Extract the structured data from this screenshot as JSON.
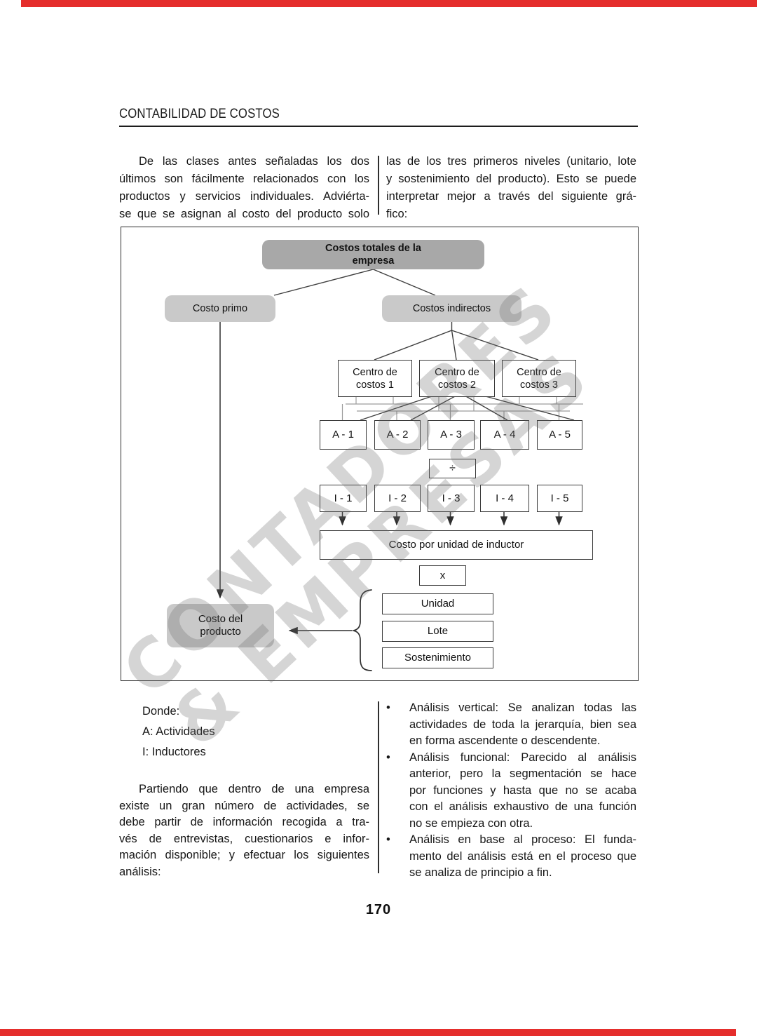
{
  "header": {
    "title": "CONTABILIDAD DE COSTOS"
  },
  "colors": {
    "red_bar": "#e52e2c",
    "dark_box": "#a8a8a8",
    "light_box": "#c9c9c9"
  },
  "bullet_char": "•",
  "watermark": {
    "line1": "CONTADORES",
    "line2": "& EMPRESAS"
  },
  "intro": {
    "left_lines": [
      "De las clases antes señaladas los dos",
      "últimos son fácilmente relacionados con los",
      "productos y servicios individuales. Adviérta-",
      "se que se asignan al costo del producto solo"
    ],
    "right_lines": [
      "las de los tres primeros niveles (unitario, lote",
      "y sostenimiento del producto). Esto se puede",
      "interpretar mejor a través del siguiente grá-",
      "fico:"
    ]
  },
  "diagram": {
    "total": {
      "l1": "Costos totales de la",
      "l2": "empresa"
    },
    "primo": "Costo primo",
    "indirectos": "Costos indirectos",
    "centros": [
      [
        "Centro de",
        "costos 1"
      ],
      [
        "Centro de",
        "costos 2"
      ],
      [
        "Centro de",
        "costos 3"
      ]
    ],
    "actividades": [
      "A - 1",
      "A - 2",
      "A - 3",
      "A - 4",
      "A - 5"
    ],
    "op_div": "÷",
    "inductores": [
      "I - 1",
      "I - 2",
      "I - 3",
      "I - 4",
      "I - 5"
    ],
    "unidad_inductor": "Costo por unidad de inductor",
    "op_mul": "x",
    "niveles": [
      "Unidad",
      "Lote",
      "Sostenimiento"
    ],
    "producto": {
      "l1": "Costo del",
      "l2": "producto"
    }
  },
  "legend": {
    "lines": [
      "Donde:",
      "A: Actividades",
      "I: Inductores"
    ]
  },
  "left_paragraph": [
    "Partiendo que dentro de una empresa",
    "existe un gran número de actividades, se",
    "debe partir de información recogida a tra-",
    "vés de entrevistas, cuestionarios e infor-",
    "mación disponible; y efectuar los siguientes",
    "análisis:"
  ],
  "bullets": [
    {
      "lines": [
        "Análisis vertical: Se analizan todas las",
        "actividades de toda la jerarquía, bien sea",
        "en forma ascendente o descendente."
      ]
    },
    {
      "lines": [
        "Análisis funcional: Parecido al análisis",
        "anterior, pero la segmentación se hace",
        "por funciones y hasta que no se acaba",
        "con el análisis exhaustivo de una función",
        "no se empieza con otra."
      ]
    },
    {
      "lines": [
        "Análisis en base al proceso: El funda-",
        "mento del análisis está en el proceso que",
        "se analiza de principio a fin."
      ]
    }
  ],
  "footer": {
    "page_number": "170"
  }
}
